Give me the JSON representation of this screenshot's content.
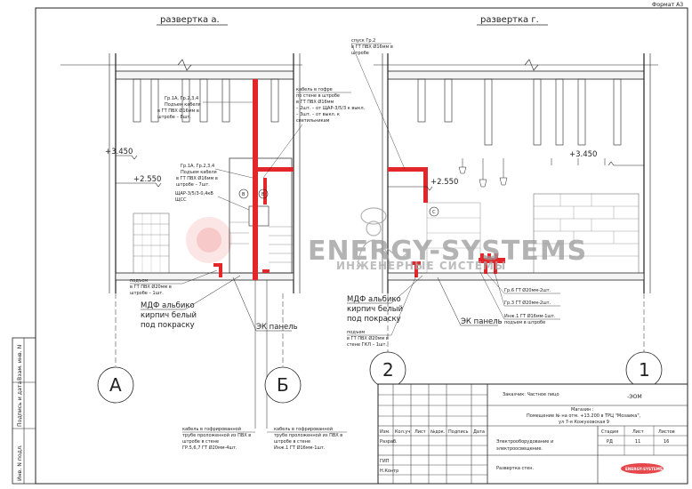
{
  "sheet": {
    "format": "Формат А3"
  },
  "views": {
    "left_title": "развертка а.",
    "right_title": "развертка г."
  },
  "levels": {
    "left_top": "+3.450",
    "left_mid": "+2.550",
    "right_top": "+3.450",
    "right_mid": "+2.550"
  },
  "axes": {
    "a": "А",
    "b": "Б",
    "two": "2",
    "one": "1"
  },
  "annotations": {
    "gr1a_234": [
      "Гр.1А, Гр.2,3,4",
      "Подъем кабеля",
      "в ГТ ПВХ Ø16мм в",
      "штробе – 8шт."
    ],
    "gr1a_234_b": [
      "Гр.1А, Гр.2,3,4",
      "Подъем кабеля",
      "в ГТ ПВХ Ø16мм в",
      "штробе – 7шт."
    ],
    "shchar": [
      "ЩАР-3/5/3-0,4кВ",
      "ЩСС"
    ],
    "cable_corrugation": [
      "кабель в гофре",
      "по стене в штробе",
      "в ГТ ПВХ Ø16мм",
      "– 2шт. – от ЩАР-3/5/3 к выкл.",
      "– 3шт. – от выкл. к",
      "светильникам"
    ],
    "spusk_gr2": [
      "спуск Гр.2",
      "в ГТ ПВХ Ø16мм в",
      "штробе"
    ],
    "podem_left": [
      "подъем",
      "в ГТ ПВХ Ø20мм в",
      "штробе – 1шт."
    ],
    "mdf_left": [
      "МДФ альбико",
      "кирпич белый",
      "под покраску"
    ],
    "ek_left": "ЭК панель",
    "mdf_right": [
      "МДФ альбико",
      "кирпич белый",
      "под покраску"
    ],
    "ek_right": "ЭК панель",
    "podem_right": [
      "подъем",
      "в ГТ ПВХ Ø20мм в",
      "стене ГКЛ – 1шт."
    ],
    "gr6": "Гр.6 ГТ Ø20мм-2шт.",
    "gr3": "Гр.3 ГТ Ø20мм-2шт.",
    "inzh1": [
      "Инж.1 ГТ Ø16мм-1шт.",
      "подъем в штробе"
    ],
    "cable_bottom_1": [
      "кабель в гофрированной",
      "трубе проложенной из ПВХ в",
      "штробе в стене",
      "ГР.5,6,7 ГТ Ø20мм-4шт."
    ],
    "cable_bottom_2": [
      "кабель в гофрированной",
      "трубе проложенной из ПВХ в",
      "штробе в стене",
      "Инж.1 ГТ Ø16мм-1шт."
    ],
    "circle_b": "В",
    "circle_s": "С"
  },
  "stamp": {
    "side_labels": [
      "Взам. инв. N",
      "Подпись и дата",
      "Инв. N подл."
    ],
    "customer": "Заказчик: Частное лицо",
    "code": "-ЭОМ",
    "object": [
      "Магазин :",
      "Помещение № на отм. +13.200 в ТРЦ \"Мозаика\",",
      "ул 7-я Кожуховская 9"
    ],
    "header_cols": [
      "Изм.",
      "Кол.уч",
      "Лист",
      "№док.",
      "Подпись",
      "Дата"
    ],
    "roles": [
      "Разраб.",
      "ГИП",
      "Н.Контр"
    ],
    "section": [
      "Электрооборудование и",
      "электроосвещение."
    ],
    "sheet_title": "Развертка стен.",
    "stage_labels": [
      "Стадия",
      "Лист",
      "Листов"
    ],
    "stage_values": [
      "РД",
      "11",
      "16"
    ],
    "logo_text": "ENERGY-SYSTEMS"
  },
  "watermark": {
    "line1": "ENERGY-SYSTEMS",
    "line2": "ИНЖЕНЕРНЫЕ СИСТЕМЫ"
  },
  "colors": {
    "conduit": "#e3262a",
    "line": "#222222",
    "watermark": "#9a9a9a"
  }
}
